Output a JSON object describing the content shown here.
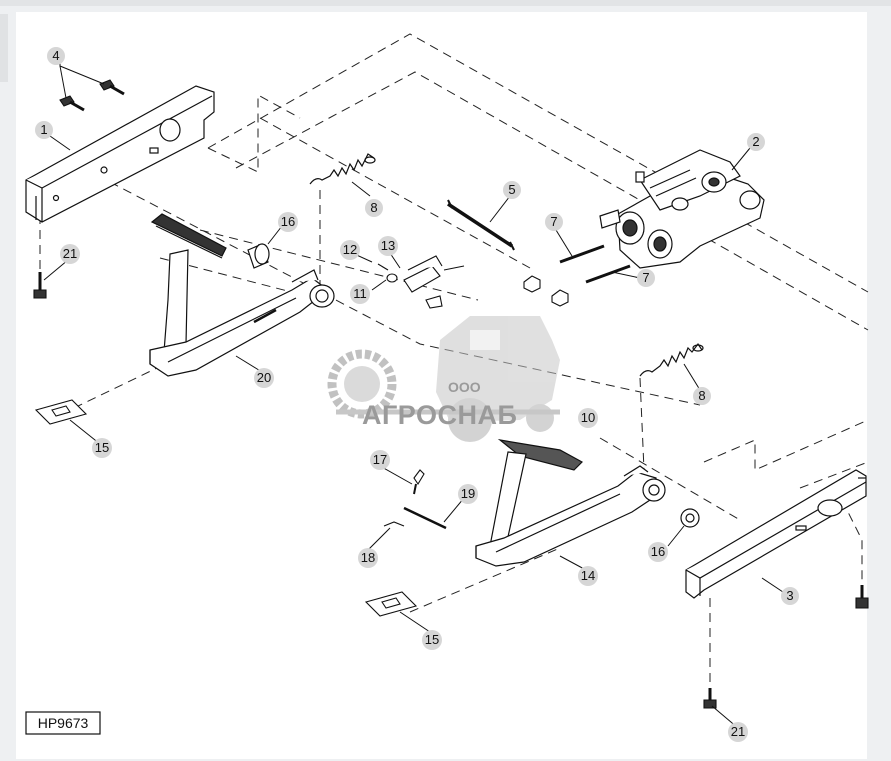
{
  "figure_id": "HP9673",
  "watermark": {
    "prefix": "ООО",
    "brand": "АГРОСНАБ"
  },
  "callouts": {
    "c1": "1",
    "c2": "2",
    "c3": "3",
    "c4": "4",
    "c5": "5",
    "c7a": "7",
    "c7b": "7",
    "c8a": "8",
    "c8b": "8",
    "c10": "10",
    "c11": "11",
    "c12": "12",
    "c13": "13",
    "c14": "14",
    "c15a": "15",
    "c15b": "15",
    "c16a": "16",
    "c16b": "16",
    "c17": "17",
    "c18": "18",
    "c19": "19",
    "c20": "20",
    "c21a": "21",
    "c21b": "21"
  }
}
